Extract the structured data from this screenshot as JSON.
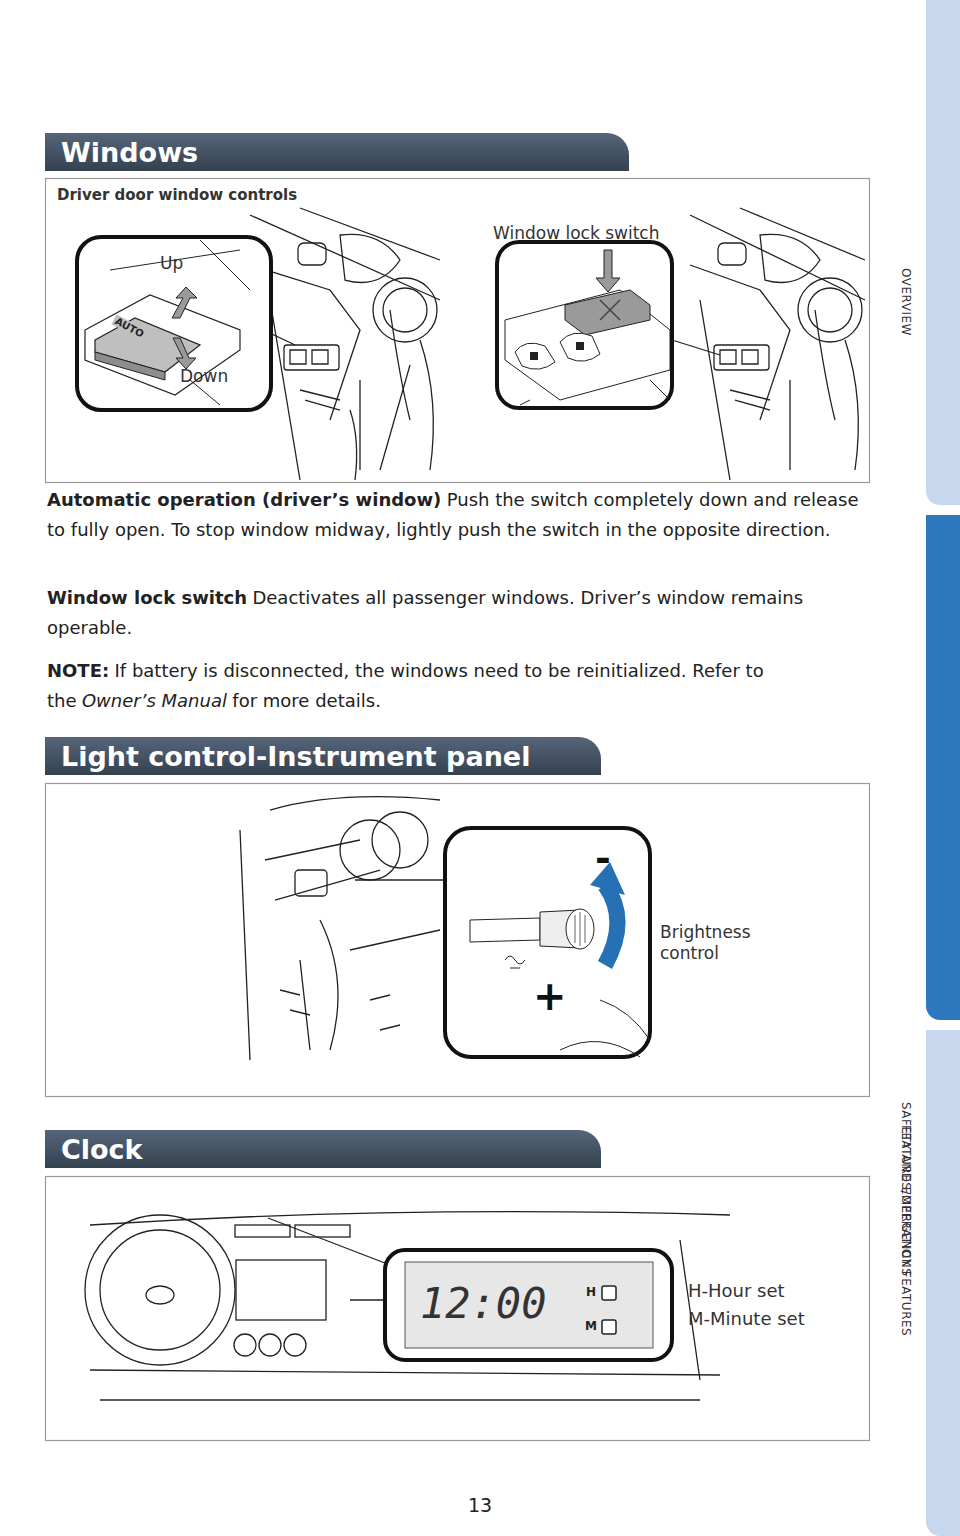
{
  "diagram": {
    "nodes": [
      {
        "text": [
          "Windows"
        ]
      },
      {
        "text": [
          "Light control-Instrument panel"
        ]
      },
      {
        "text": [
          "Clock"
        ]
      },
      {
        "text": [
          "OVERVIEW"
        ]
      },
      {
        "text": [
          "FEATURES/OPERATIONS"
        ]
      },
      {
        "text": [
          "SAFETY AND EMERGENCY FEATURES"
        ]
      }
    ],
    "labels": [
      "Driver door window controls",
      "Window lock switch",
      "Up",
      "AUTO",
      "Down",
      "Automatic operation (driver’s window)",
      "Push the switch completely down and release to fully open. To stop window midway, lightly push the switch in the opposite direction.",
      "Window lock switch",
      "Deactivates all passenger windows. Driver’s window remains operable.",
      "NOTE:",
      "If battery is disconnected, the windows need to be reinitialized. Refer to the",
      "Owner’s Manual",
      "for more details.",
      "-",
      "+",
      "Brightness control",
      "12:00",
      "H",
      "M",
      "H-Hour set",
      "M-Minute set",
      "13"
    ]
  }
}
